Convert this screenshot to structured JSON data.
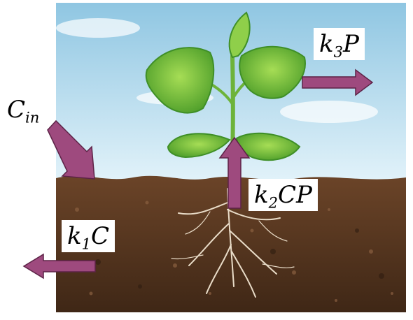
{
  "labels": {
    "c_in": {
      "base": "C",
      "sub": "in"
    },
    "k3p": {
      "base": "k",
      "sub": "3",
      "rest": "P"
    },
    "k2cp": {
      "base": "k",
      "sub": "2",
      "rest": "CP"
    },
    "k1c": {
      "base": "k",
      "sub": "1",
      "rest": "C"
    }
  },
  "colors": {
    "arrow_fill": "#9e4a7e",
    "arrow_stroke": "#5d2347",
    "sky_top": "#8fc6e2",
    "sky_bottom": "#e3f3fa",
    "soil": "#5a3a22",
    "soil_dark": "#3f2716",
    "leaf": "#7cc242",
    "leaf_dark": "#3f8f27",
    "root": "#e9dcc8"
  },
  "icons": [
    "plant-illustration",
    "soil-illustration"
  ]
}
